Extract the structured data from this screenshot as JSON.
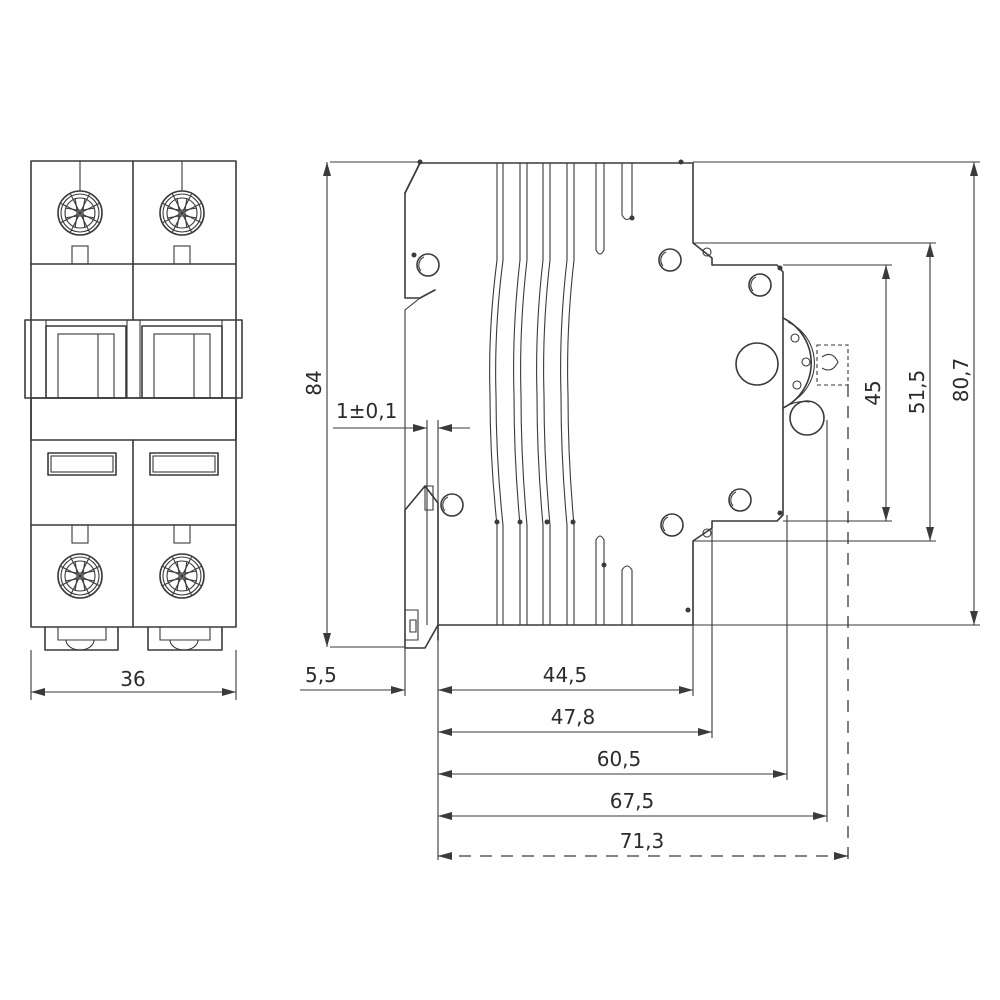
{
  "front_view": {
    "width_label": "36"
  },
  "side_view": {
    "height_label": "84",
    "rail_gap_label": "1±0,1",
    "rail_depth_label": "5,5",
    "terminal_depth_1": "44,5",
    "terminal_depth_2": "47,8",
    "terminal_depth_3": "60,5",
    "terminal_depth_4": "67,5",
    "total_depth": "71,3",
    "window_height": "45",
    "front_height": "51,5",
    "overall_height": "80,7"
  },
  "icons": {
    "terminal_screw": "terminal-screw-icon",
    "rivet": "rivet-icon"
  }
}
